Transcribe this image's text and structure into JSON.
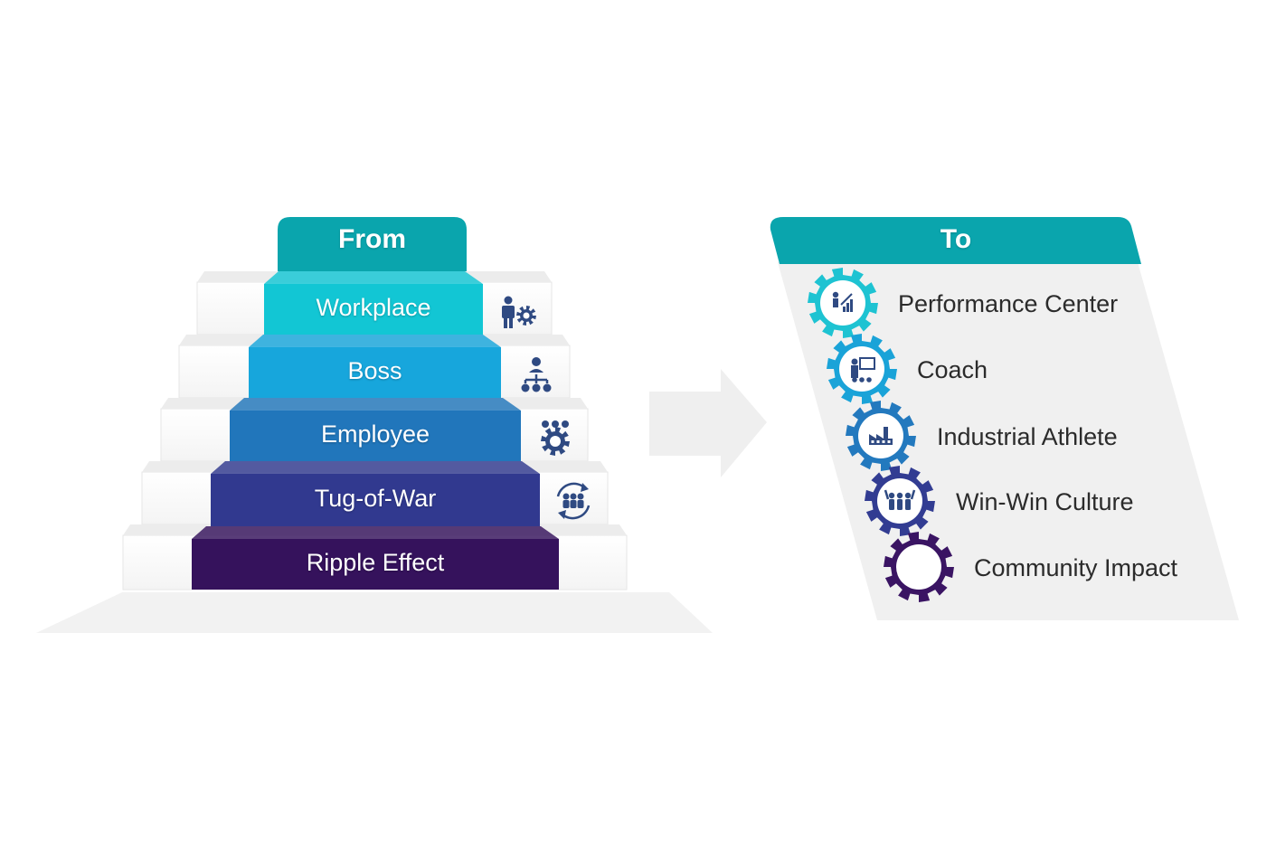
{
  "from_header": "From",
  "to_header": "To",
  "steps": [
    {
      "label": "Workplace",
      "icon": "worker-gear-icon",
      "color": "#12c6d4"
    },
    {
      "label": "Boss",
      "icon": "org-hierarchy-icon",
      "color": "#17a6dc"
    },
    {
      "label": "Employee",
      "icon": "team-gear-icon",
      "color": "#2176bb"
    },
    {
      "label": "Tug-of-War",
      "icon": "cycle-people-icon",
      "color": "#31398f"
    },
    {
      "label": "Ripple Effect",
      "icon": "",
      "color": "#35125c"
    }
  ],
  "targets": [
    {
      "label": "Performance Center",
      "icon": "growth-chart-icon",
      "color": "#1ec3d2"
    },
    {
      "label": "Coach",
      "icon": "presenter-board-icon",
      "color": "#1aa3d8"
    },
    {
      "label": "Industrial Athlete",
      "icon": "factory-icon",
      "color": "#2379be"
    },
    {
      "label": "Win-Win Culture",
      "icon": "celebrating-team-icon",
      "color": "#323c92"
    },
    {
      "label": "Community Impact",
      "icon": "",
      "color": "#3a1463"
    }
  ],
  "colors": {
    "header": "#0aa5ad",
    "panel": "#f0f0f0",
    "arrow": "#efefef",
    "icon": "#2f4a82"
  }
}
